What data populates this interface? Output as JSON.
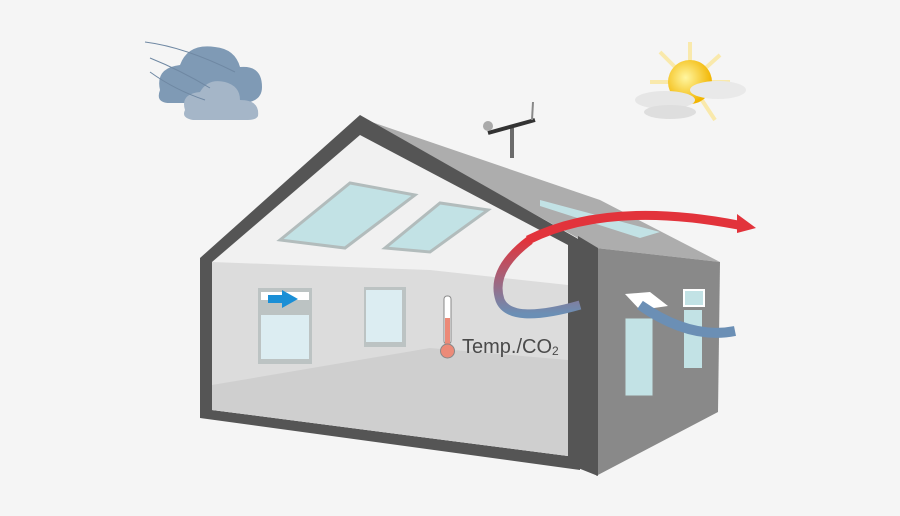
{
  "diagram": {
    "sensor_label": "Temp./CO",
    "sensor_label_subscript": "2",
    "elements": [
      "storm-cloud-icon",
      "sun-cloud-icon",
      "weather-station",
      "house-cutaway",
      "thermometer-icon",
      "warm-air-flow-arrow",
      "fresh-air-inlet-arrow",
      "open-window-arrow"
    ],
    "colors": {
      "background": "#f5f5f5",
      "wall_outline": "#555555",
      "roof": "#adadad",
      "side_wall": "#898989",
      "glass": "#c2e2e5",
      "warm_air": "#e2333b",
      "cool_air": "#6b8fb5",
      "window_arrow": "#1a8fd6",
      "cloud": "#7f9ab5",
      "sun": "#f5c518"
    }
  }
}
